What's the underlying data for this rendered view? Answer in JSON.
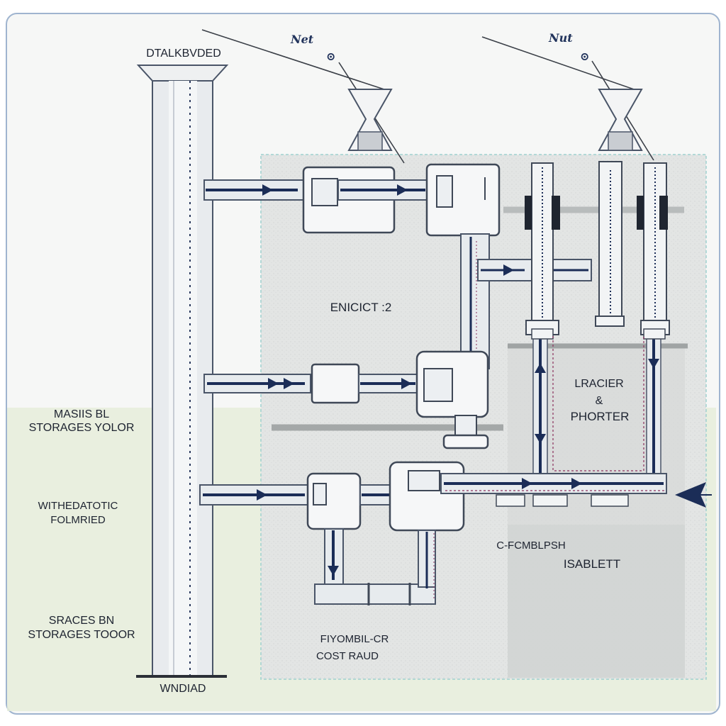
{
  "diagram": {
    "labels": {
      "column_top": "DTALKBVDED",
      "column_bottom": "WNDIAD",
      "vent_left": "Net",
      "vent_left_mark": "⊙",
      "vent_right": "Nut",
      "vent_right_mark": "⊙",
      "left_label_1_line1": "MASIIS BL",
      "left_label_1_line2": "STORAGES YOLOR",
      "left_label_2_line1": "WITHEDATOTIC",
      "left_label_2_line2": "FOLMRIED",
      "left_label_3_line1": "SRACES BN",
      "left_label_3_line2": "STORAGES TOOOR",
      "center_zone": "ENICICT :2",
      "right_zone_line1": "LRACIER",
      "right_zone_line2": "&",
      "right_zone_line3": "PHORTER",
      "lower_center": "C-FCMBLPSH",
      "lower_right": "ISABLETT",
      "bottom_line1": "FIYOMBIL-CR",
      "bottom_line2": "COST RAUD"
    },
    "colors": {
      "pipe_arrow": "#1b2d57",
      "pipe_body": "#e6eaee",
      "dashed_guide": "#8a2f5c",
      "frame": "#9fb4cf",
      "ground": "#e4ecd9"
    }
  }
}
